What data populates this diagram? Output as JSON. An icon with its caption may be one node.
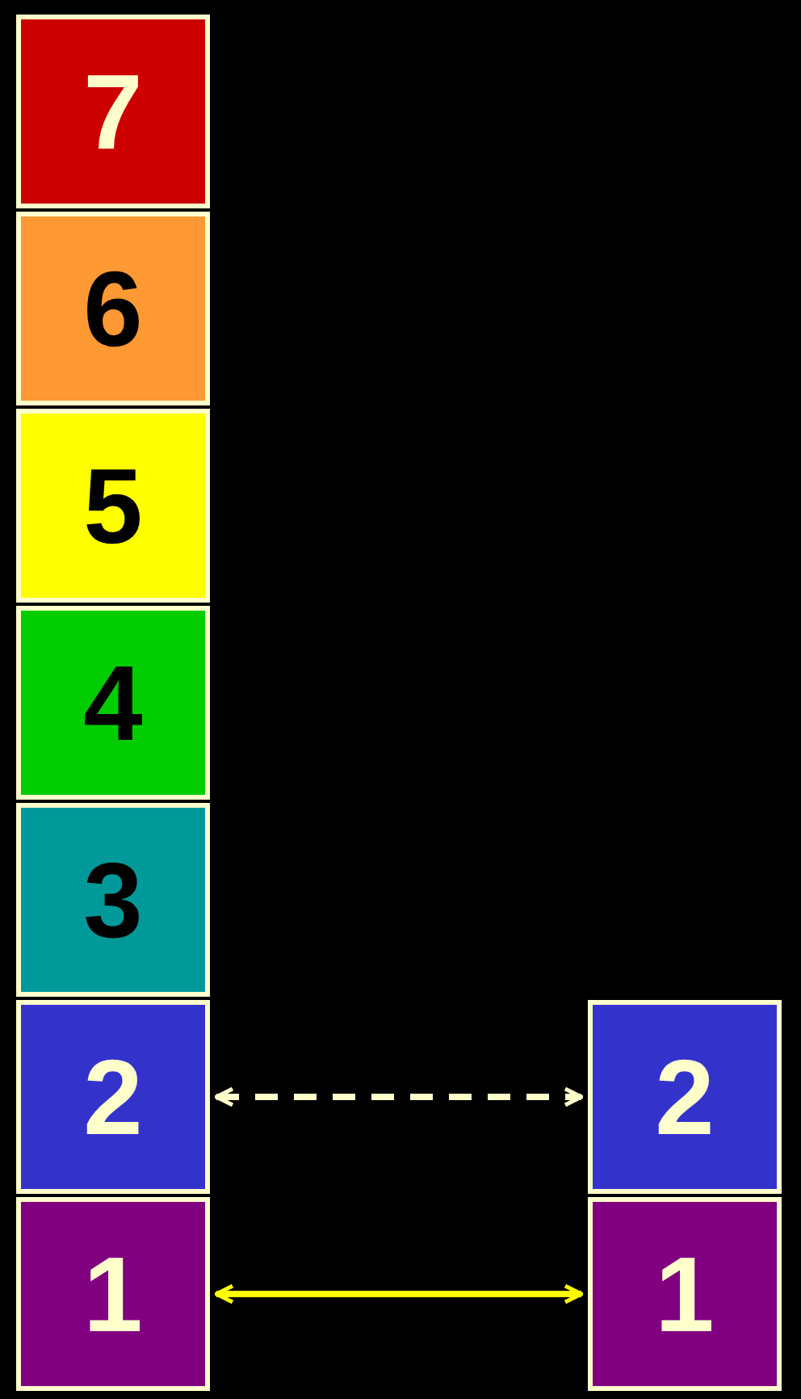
{
  "diagram": {
    "nodes": [
      {
        "text": [
          "7"
        ]
      },
      {
        "text": [
          "6"
        ]
      },
      {
        "text": [
          "5"
        ]
      },
      {
        "text": [
          "4"
        ]
      },
      {
        "text": [
          "3"
        ]
      },
      {
        "text": [
          "2"
        ]
      },
      {
        "text": [
          "1"
        ]
      },
      {
        "text": [
          "2"
        ]
      },
      {
        "text": [
          "1"
        ]
      }
    ],
    "edges": [
      {
        "from": 5,
        "to": 7,
        "arrow": "both",
        "style": "dashed",
        "color": "#ffffcc"
      },
      {
        "from": 6,
        "to": 8,
        "arrow": "both",
        "color": "#ffff00"
      }
    ]
  }
}
